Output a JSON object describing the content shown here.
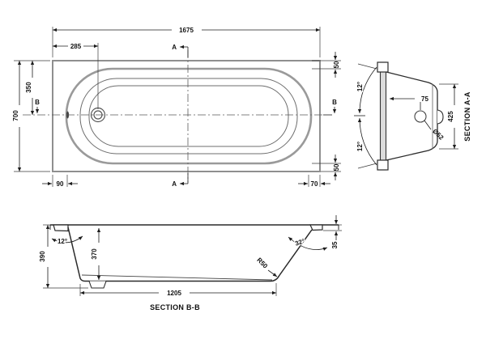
{
  "drawing": {
    "plan": {
      "dim_overall_length": "1675",
      "dim_drain_offset": "285",
      "dim_overall_width": "700",
      "dim_center_offset": "350",
      "dim_bottom_left": "90",
      "dim_bottom_right": "70",
      "dim_rim_top_right": "50",
      "dim_rim_bottom_right": "50",
      "section_marker_a": "A",
      "section_marker_b": "B"
    },
    "section_aa": {
      "label": "SECTION A-A",
      "dim_depth": "425",
      "dim_drain_offset": "75",
      "dim_drain_diameter": "Ø52",
      "dim_angle_top": "12°",
      "dim_angle_bottom": "12°"
    },
    "section_bb": {
      "label": "SECTION B-B",
      "dim_overall_height": "390",
      "dim_inner_depth": "370",
      "dim_bottom_length": "1205",
      "dim_angle_left": "12°",
      "dim_angle_right": "32°",
      "dim_corner_radius": "R50",
      "dim_rim_height": "35"
    },
    "colors": {
      "line_dark": "#1c1c1c",
      "line_gray": "#9a9a9a",
      "background": "#ffffff"
    }
  }
}
